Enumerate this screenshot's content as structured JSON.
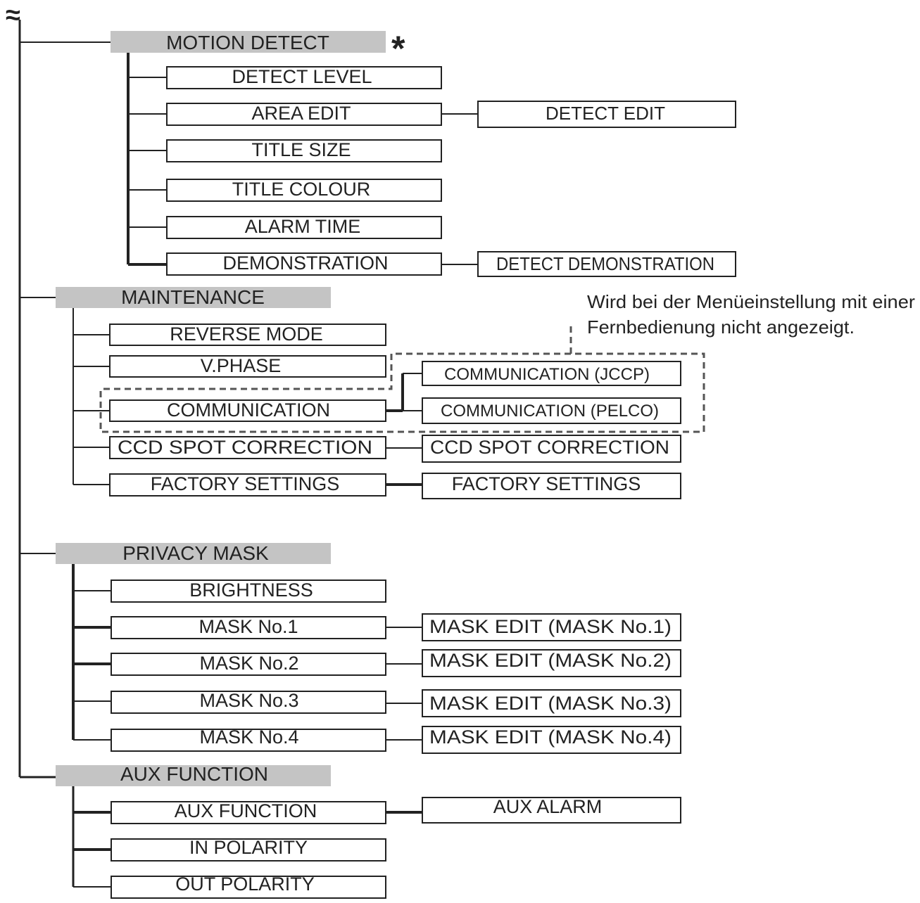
{
  "top_symbol": "≈",
  "asterisk": "*",
  "colors": {
    "header_fill": "#c4c4c4",
    "line": "#222222",
    "box_fill": "#ffffff",
    "dash": "#555555"
  },
  "sections": {
    "motion_detect": {
      "title": "MOTION DETECT",
      "items": {
        "detect_level": "DETECT LEVEL",
        "area_edit": "AREA EDIT",
        "title_size": "TITLE SIZE",
        "title_colour": "TITLE COLOUR",
        "alarm_time": "ALARM TIME",
        "demonstration": "DEMONSTRATION"
      },
      "sub": {
        "detect_edit": "DETECT EDIT",
        "detect_demonstration": "DETECT DEMONSTRATION"
      }
    },
    "maintenance": {
      "title": "MAINTENANCE",
      "items": {
        "reverse_mode": "REVERSE MODE",
        "v_phase": "V.PHASE",
        "communication": "COMMUNICATION",
        "ccd_spot_correction": "CCD SPOT CORRECTION",
        "factory_settings": "FACTORY SETTINGS"
      },
      "sub": {
        "communication_jccp": "COMMUNICATION (JCCP)",
        "communication_pelco": "COMMUNICATION (PELCO)",
        "ccd_spot_correction": "CCD SPOT CORRECTION",
        "factory_settings": "FACTORY SETTINGS"
      },
      "note": {
        "line1": "Wird bei der Menüeinstellung mit einer",
        "line2": "Fernbedienung nicht angezeigt."
      }
    },
    "privacy_mask": {
      "title": "PRIVACY MASK",
      "items": {
        "brightness": "BRIGHTNESS",
        "mask_1": "MASK No.1",
        "mask_2": "MASK No.2",
        "mask_3": "MASK No.3",
        "mask_4": "MASK No.4"
      },
      "sub": {
        "mask_edit_1": "MASK EDIT (MASK No.1)",
        "mask_edit_2": "MASK EDIT (MASK No.2)",
        "mask_edit_3": "MASK EDIT (MASK No.3)",
        "mask_edit_4": "MASK EDIT (MASK No.4)"
      }
    },
    "aux_function": {
      "title": "AUX FUNCTION",
      "items": {
        "aux_function": "AUX FUNCTION",
        "in_polarity": "IN POLARITY",
        "out_polarity": "OUT POLARITY"
      },
      "sub": {
        "aux_alarm": "AUX ALARM"
      }
    }
  }
}
